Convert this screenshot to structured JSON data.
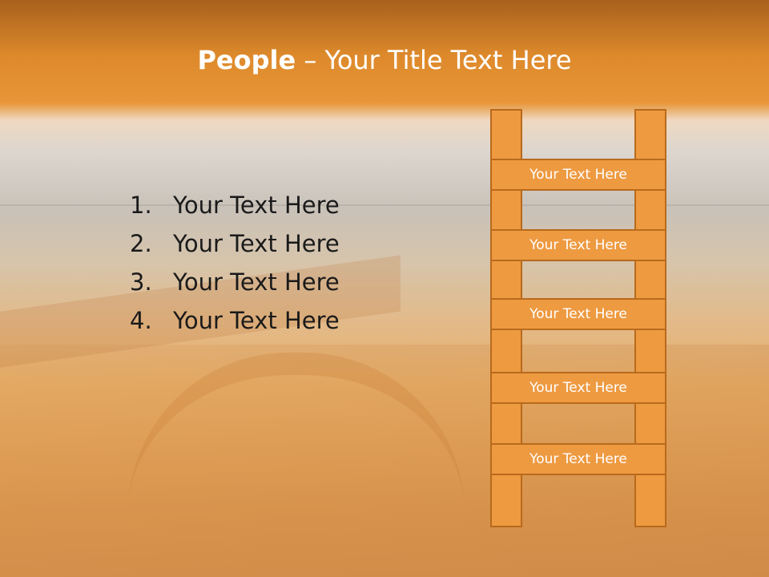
{
  "slide": {
    "title_bold": "People",
    "title_rest": " – Your Title Text Here",
    "list_items": [
      {
        "num": "1.",
        "text": "Your Text Here"
      },
      {
        "num": "2.",
        "text": "Your Text Here"
      },
      {
        "num": "3.",
        "text": "Your Text Here"
      },
      {
        "num": "4.",
        "text": "Your Text Here"
      }
    ],
    "ladder_rungs": [
      "Your Text Here",
      "Your Text Here",
      "Your Text Here",
      "Your Text Here",
      "Your Text Here"
    ]
  },
  "colors": {
    "header": "#e08a2c",
    "ladder_fill": "#ee9a41",
    "ladder_border": "#b86a1c"
  }
}
